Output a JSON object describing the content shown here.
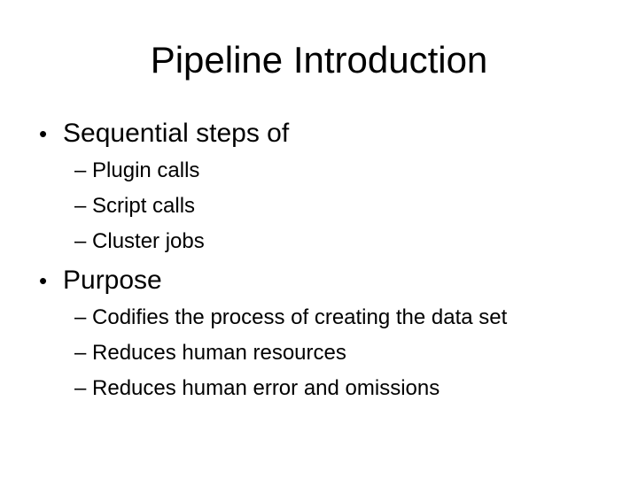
{
  "slide": {
    "title": "Pipeline Introduction",
    "bullet_glyph": "•",
    "sub_glyph": "–",
    "items": [
      {
        "text": "Sequential steps of",
        "subitems": [
          "Plugin calls",
          "Script calls",
          "Cluster jobs"
        ]
      },
      {
        "text": "Purpose",
        "subitems": [
          "Codifies the process of creating the data set",
          "Reduces human resources",
          "Reduces human error and omissions"
        ]
      }
    ]
  }
}
